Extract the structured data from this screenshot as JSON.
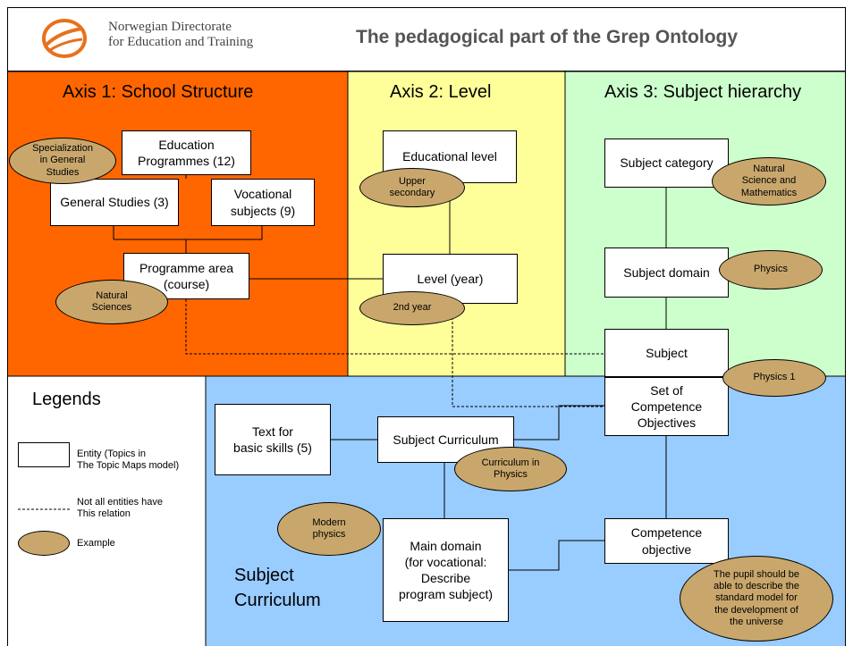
{
  "header": {
    "org_name": "Norwegian Directorate\nfor Education and Training",
    "title": "The pedagogical part of the Grep Ontology",
    "logo_icon": "directorate-logo-icon"
  },
  "colors": {
    "axis1_bg": "#ff6600",
    "axis2_bg": "#ffff99",
    "axis3_bg": "#ccffcc",
    "curriculum_bg": "#99ccff",
    "example_fill": "#c9a76c"
  },
  "axes": {
    "axis1": "Axis 1: School Structure",
    "axis2": "Axis 2: Level",
    "axis3": "Axis 3: Subject hierarchy"
  },
  "entities": {
    "education_programmes": "Education\nProgrammes (12)",
    "general_studies": "General Studies (3)",
    "vocational_subjects": "Vocational\nsubjects (9)",
    "programme_area": "Programme area\n(course)",
    "educational_level": "Educational level",
    "level_year": "Level (year)",
    "subject_category": "Subject category",
    "subject_domain": "Subject domain",
    "subject": "Subject",
    "set_of_competence_objectives": "Set of\nCompetence\nObjectives",
    "text_basic_skills": "Text for\nbasic skills (5)",
    "subject_curriculum": "Subject Curriculum",
    "main_domain": "Main domain\n(for vocational:\nDescribe\nprogram subject)",
    "competence_objective": "Competence\nobjective"
  },
  "examples": {
    "specialization": "Specialization\nin General\nStudies",
    "natural_sciences": "Natural\nSciences",
    "upper_secondary": "Upper\nsecondary",
    "second_year": "2nd year",
    "natural_science_math": "Natural\nScience and\nMathematics",
    "physics": "Physics",
    "physics1": "Physics 1",
    "curriculum_physics": "Curriculum in\nPhysics",
    "modern_physics": "Modern\nphysics",
    "pupil_objective": "The pupil should be\nable to describe the\nstandard model for\nthe development of\nthe universe"
  },
  "legend": {
    "title": "Legends",
    "entity": "Entity (Topics in\nThe Topic Maps model)",
    "relation": "Not all entities have\nThis relation",
    "example": "Example"
  },
  "section": {
    "subject_curriculum": "Subject\nCurriculum"
  }
}
